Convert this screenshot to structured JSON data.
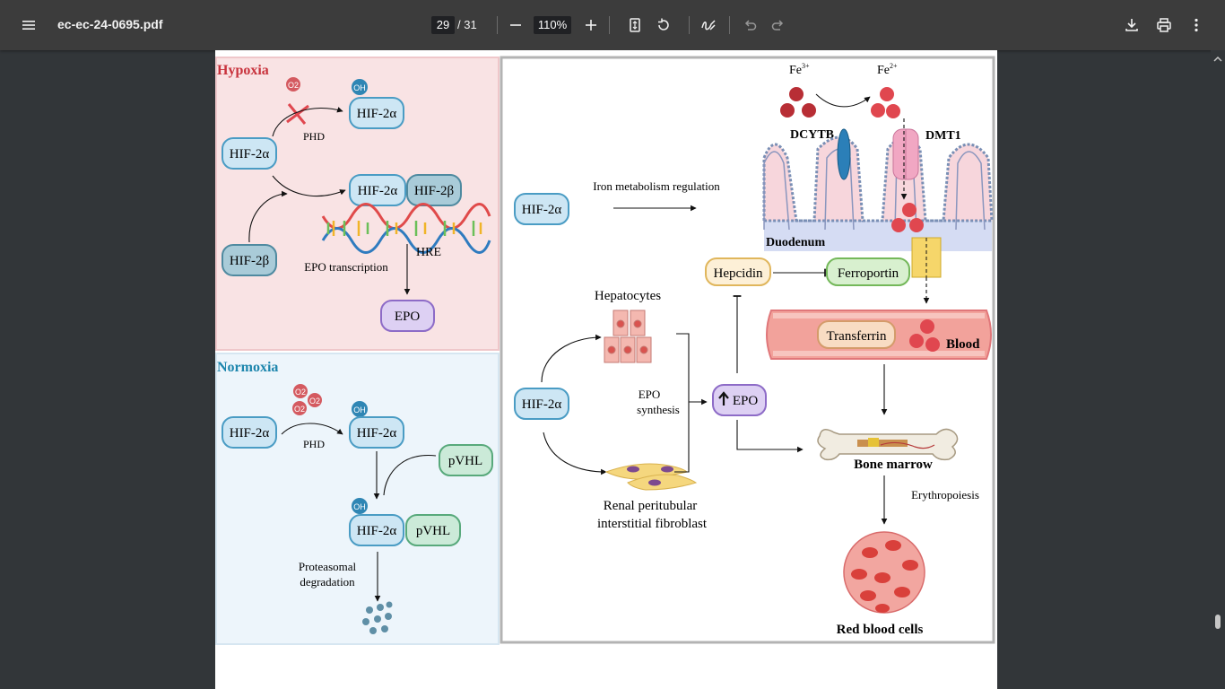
{
  "toolbar": {
    "file_name": "ec-ec-24-0695.pdf",
    "current_page": "29",
    "total_pages": "/ 31",
    "zoom": "110%",
    "icons": [
      "menu-icon",
      "zoom-out-icon",
      "zoom-in-icon",
      "fit-page-icon",
      "rotate-icon",
      "annotate-icon",
      "undo-icon",
      "redo-icon",
      "download-icon",
      "print-icon",
      "more-icon"
    ]
  },
  "figure": {
    "hypoxia": {
      "title": "Hypoxia",
      "o2": "O2",
      "oh": "OH",
      "hif2a": "HIF-2α",
      "hif2b": "HIF-2β",
      "phd": "PHD",
      "hre": "HRE",
      "epo_transcription": "EPO transcription",
      "epo": "EPO"
    },
    "normoxia": {
      "title": "Normoxia",
      "o2": "O2",
      "oh": "OH",
      "hif2a": "HIF-2α",
      "phd": "PHD",
      "pvhl": "pVHL",
      "proteasomal": "Proteasomal",
      "degradation": "degradation"
    },
    "right": {
      "fe3": "Fe",
      "fe3_sup": "3+",
      "fe2": "Fe",
      "fe2_sup": "2+",
      "dcytb": "DCYTB",
      "dmt1": "DMT1",
      "duodenum": "Duodenum",
      "hif2a": "HIF-2α",
      "iron_reg": "Iron metabolism regulation",
      "hepcidin": "Hepcidin",
      "ferroportin": "Ferroportin",
      "transferrin": "Transferrin",
      "blood": "Blood",
      "hepatocytes": "Hepatocytes",
      "epo_synthesis_1": "EPO",
      "epo_synthesis_2": "synthesis",
      "epo_up": "EPO",
      "renal_1": "Renal peritubular",
      "renal_2": "interstitial fibroblast",
      "bone_marrow": "Bone marrow",
      "erythropoiesis": "Erythropoiesis",
      "rbc": "Red blood cells"
    }
  },
  "colors": {
    "toolbar_bg": "#3c3c3c",
    "viewer_bg": "#323639",
    "hypoxia_bg": "#f9e3e4",
    "normoxia_bg": "#edf5fb",
    "hypoxia_title": "#c8323c",
    "normoxia_title": "#1d86ad",
    "hif_fill": "#cde6f4",
    "hif_stroke": "#4a9cc4"
  }
}
